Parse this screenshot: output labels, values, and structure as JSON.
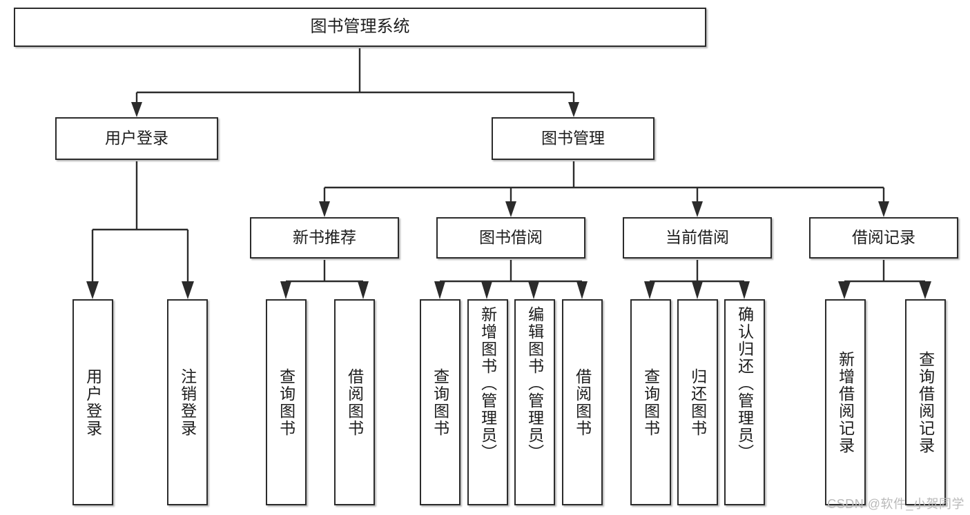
{
  "diagram": {
    "type": "functional-decomposition-tree",
    "root": {
      "id": "root",
      "label": "图书管理系统"
    },
    "level1": [
      {
        "id": "user-login",
        "label": "用户登录"
      },
      {
        "id": "book-management",
        "label": "图书管理"
      }
    ],
    "level2": [
      {
        "id": "new-book-recommend",
        "label": "新书推荐",
        "parent": "book-management"
      },
      {
        "id": "book-borrow",
        "label": "图书借阅",
        "parent": "book-management"
      },
      {
        "id": "current-borrow",
        "label": "当前借阅",
        "parent": "book-management"
      },
      {
        "id": "borrow-record",
        "label": "借阅记录",
        "parent": "book-management"
      }
    ],
    "leaves": {
      "user-login": [
        {
          "id": "leaf-user-login",
          "label": "用户登录"
        },
        {
          "id": "leaf-user-logout",
          "label": "注销登录"
        }
      ],
      "new-book-recommend": [
        {
          "id": "leaf-query-book-1",
          "label": "查询图书"
        },
        {
          "id": "leaf-borrow-book-1",
          "label": "借阅图书"
        }
      ],
      "book-borrow": [
        {
          "id": "leaf-query-book-2",
          "label": "查询图书"
        },
        {
          "id": "leaf-add-book",
          "label": "新增图书（管理员）"
        },
        {
          "id": "leaf-edit-book",
          "label": "编辑图书（管理员）"
        },
        {
          "id": "leaf-borrow-book-2",
          "label": "借阅图书"
        }
      ],
      "current-borrow": [
        {
          "id": "leaf-query-book-3",
          "label": "查询图书"
        },
        {
          "id": "leaf-return-book",
          "label": "归还图书"
        },
        {
          "id": "leaf-confirm-return",
          "label": "确认归还（管理员）"
        }
      ],
      "borrow-record": [
        {
          "id": "leaf-add-record",
          "label": "新增借阅记录"
        },
        {
          "id": "leaf-query-record",
          "label": "查询借阅记录"
        }
      ]
    }
  },
  "watermark": {
    "text": "CSDN @软件_小贺同学"
  },
  "colors": {
    "border": "#2b2b2b",
    "text": "#1c1c1c",
    "background": "#ffffff",
    "connector": "#2b2b2b",
    "watermark": "#b9b9b9"
  }
}
